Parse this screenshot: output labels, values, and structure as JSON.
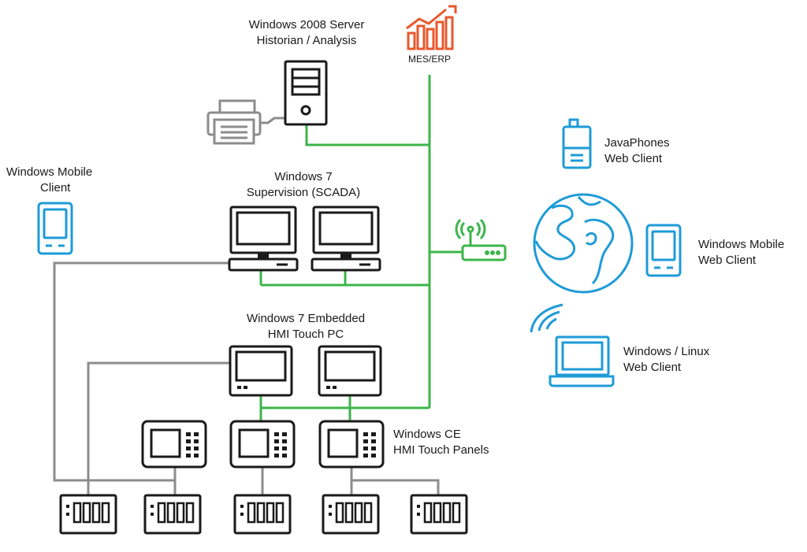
{
  "labels": {
    "server_l1": "Windows 2008 Server",
    "server_l2": "Historian / Analysis",
    "mes": "MES/ERP",
    "javaphones_l1": "JavaPhones",
    "javaphones_l2": "Web Client",
    "winmobile_client_l1": "Windows Mobile",
    "winmobile_client_l2": "Client",
    "scada_l1": "Windows 7",
    "scada_l2": "Supervision (SCADA)",
    "winmobile_web_l1": "Windows Mobile",
    "winmobile_web_l2": "Web Client",
    "embedded_l1": "Windows 7 Embedded",
    "embedded_l2": "HMI Touch PC",
    "winlinux_l1": "Windows / Linux",
    "winlinux_l2": "Web Client",
    "wince_l1": "Windows CE",
    "wince_l2": "HMI Touch Panels"
  },
  "colors": {
    "green_network": "#3cb54a",
    "gray_network": "#8c8c8c",
    "blue_web": "#1e9bd7",
    "orange_mes": "#e8582c",
    "device_outline": "#1a1a1a"
  },
  "icons": {
    "printer": "printer-icon",
    "server": "server-tower-icon",
    "mes": "bar-chart-growth-icon",
    "phone": "java-phone-icon",
    "mobile": "mobile-device-icon",
    "desktop": "desktop-pc-icon",
    "router": "wifi-router-icon",
    "globe": "globe-icon",
    "laptop": "laptop-wifi-icon",
    "touch_pc": "touch-pc-icon",
    "touch_panel": "touch-panel-icon",
    "io_module": "io-module-icon"
  }
}
